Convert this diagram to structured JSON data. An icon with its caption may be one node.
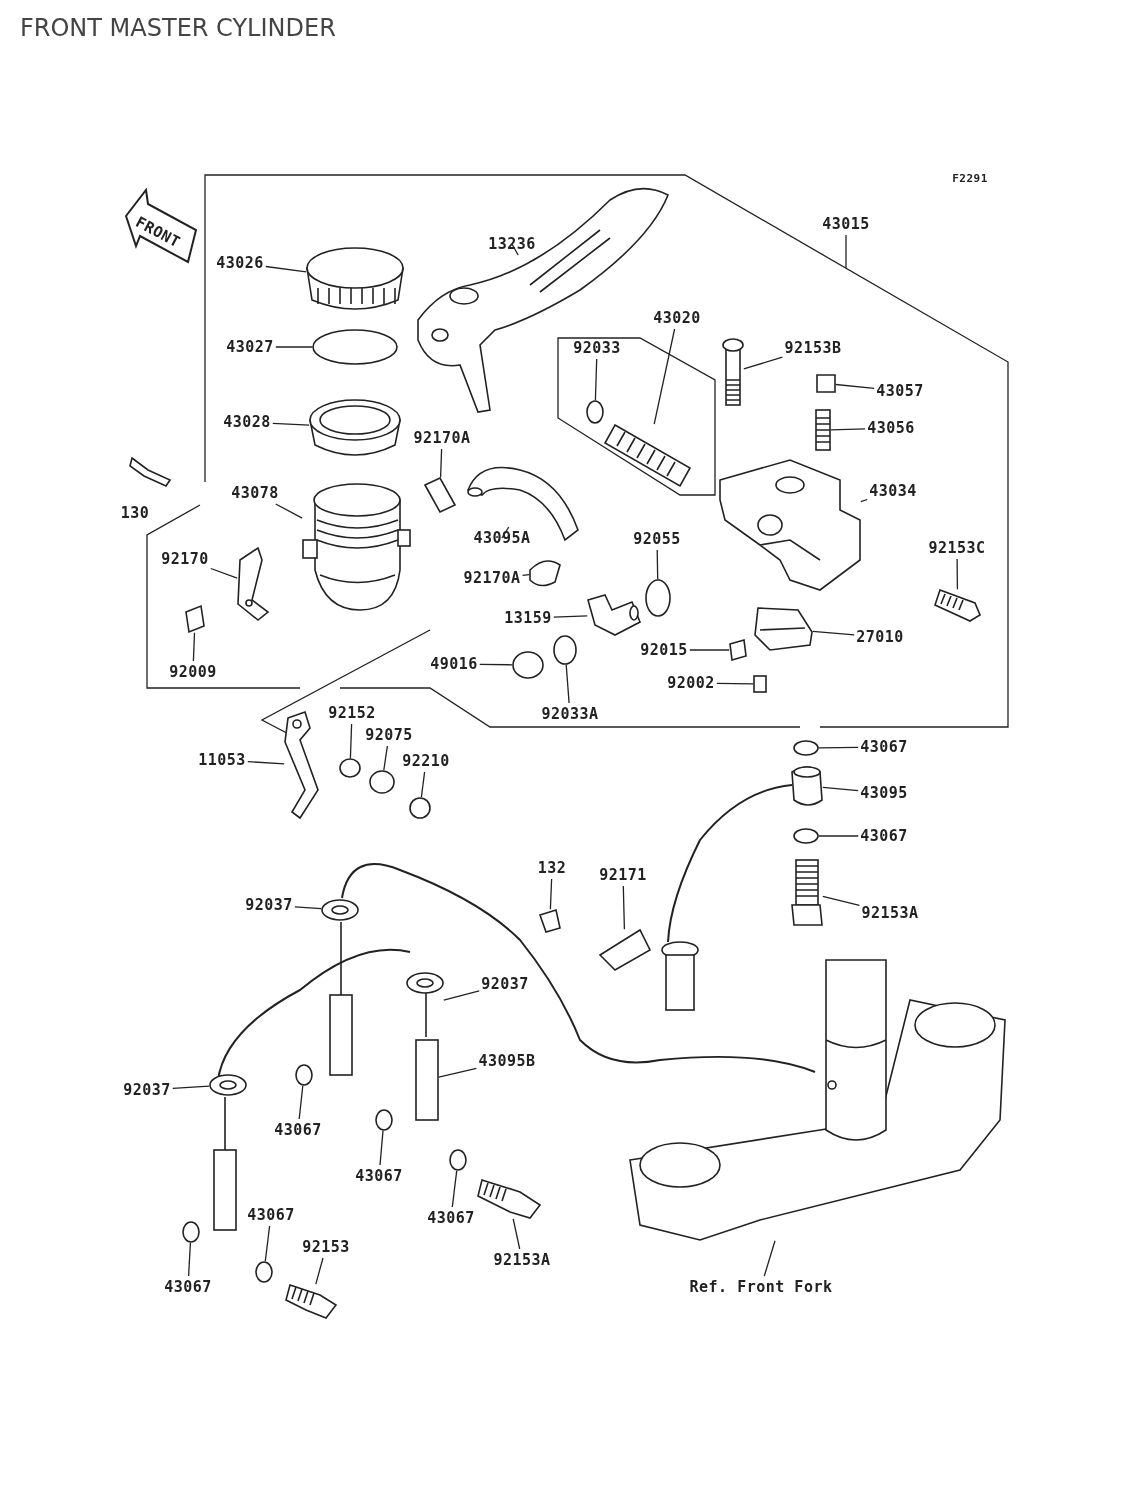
{
  "diagram": {
    "title": "FRONT MASTER CYLINDER",
    "nodes": [
      {
        "text": [
          "43026"
        ]
      },
      {
        "text": [
          "43027"
        ]
      },
      {
        "text": [
          "43028"
        ]
      },
      {
        "text": [
          "92170A"
        ]
      },
      {
        "text": [
          "43078"
        ]
      },
      {
        "text": [
          "92170"
        ]
      },
      {
        "text": [
          "92009"
        ]
      },
      {
        "text": [
          "13236"
        ]
      },
      {
        "text": [
          "43020"
        ]
      },
      {
        "text": [
          "92033"
        ]
      },
      {
        "text": [
          "92153B"
        ]
      },
      {
        "text": [
          "43057"
        ]
      },
      {
        "text": [
          "43056"
        ]
      },
      {
        "text": [
          "43015"
        ]
      },
      {
        "text": [
          "43034"
        ]
      },
      {
        "text": [
          "92153C"
        ]
      },
      {
        "text": [
          "43095A"
        ]
      },
      {
        "text": [
          "92055"
        ]
      },
      {
        "text": [
          "92170A"
        ]
      },
      {
        "text": [
          "13159"
        ]
      },
      {
        "text": [
          "27010"
        ]
      },
      {
        "text": [
          "92015"
        ]
      },
      {
        "text": [
          "49016"
        ]
      },
      {
        "text": [
          "92033A"
        ]
      },
      {
        "text": [
          "92002"
        ]
      },
      {
        "text": [
          "92152"
        ]
      },
      {
        "text": [
          "92075"
        ]
      },
      {
        "text": [
          "92210"
        ]
      },
      {
        "text": [
          "11053"
        ]
      },
      {
        "text": [
          "43067"
        ]
      },
      {
        "text": [
          "43095"
        ]
      },
      {
        "text": [
          "43067"
        ]
      },
      {
        "text": [
          "92153A"
        ]
      },
      {
        "text": [
          "132"
        ]
      },
      {
        "text": [
          "92171"
        ]
      },
      {
        "text": [
          "92037"
        ]
      },
      {
        "text": [
          "92037"
        ]
      },
      {
        "text": [
          "43095B"
        ]
      },
      {
        "text": [
          "92037"
        ]
      },
      {
        "text": [
          "43067"
        ]
      },
      {
        "text": [
          "43067"
        ]
      },
      {
        "text": [
          "43067"
        ]
      },
      {
        "text": [
          "92153A"
        ]
      },
      {
        "text": [
          "43067"
        ]
      },
      {
        "text": [
          "92153"
        ]
      },
      {
        "text": [
          "43067"
        ]
      },
      {
        "text": [
          "Ref. Front Fork"
        ]
      },
      {
        "text": [],
        "shape": "picture"
      },
      {
        "text": [],
        "shape": "circle"
      },
      {
        "text": [],
        "shape": "picture"
      },
      {
        "text": [],
        "shape": "box"
      },
      {
        "text": [],
        "shape": "picture"
      },
      {
        "text": [],
        "shape": "picture"
      },
      {
        "text": [],
        "shape": "box"
      },
      {
        "text": [],
        "shape": "picture"
      },
      {
        "text": [],
        "shape": "picture"
      },
      {
        "text": [],
        "shape": "circle"
      },
      {
        "text": [],
        "shape": "picture"
      },
      {
        "text": [],
        "shape": "box"
      },
      {
        "text": [],
        "shape": "picture"
      },
      {
        "text": [],
        "shape": "picture"
      },
      {
        "text": [],
        "shape": "picture"
      },
      {
        "text": [],
        "shape": "picture"
      },
      {
        "text": [],
        "shape": "circle"
      },
      {
        "text": [],
        "shape": "box"
      },
      {
        "text": [],
        "shape": "picture"
      },
      {
        "text": [],
        "shape": "picture"
      },
      {
        "text": [],
        "shape": "box"
      },
      {
        "text": [],
        "shape": "circle"
      },
      {
        "text": [],
        "shape": "circle"
      },
      {
        "text": [],
        "shape": "box"
      },
      {
        "text": [],
        "shape": "circle"
      },
      {
        "text": [],
        "shape": "circle"
      },
      {
        "text": [],
        "shape": "circle"
      },
      {
        "text": [],
        "shape": "picture"
      },
      {
        "text": [],
        "shape": "circle"
      },
      {
        "text": [],
        "shape": "picture"
      },
      {
        "text": [],
        "shape": "circle"
      },
      {
        "text": [],
        "shape": "picture"
      },
      {
        "text": [],
        "shape": "box"
      },
      {
        "text": [],
        "shape": "box"
      },
      {
        "text": [],
        "shape": "picture"
      },
      {
        "text": [],
        "shape": "picture"
      },
      {
        "text": [],
        "shape": "box"
      },
      {
        "text": [],
        "shape": "picture"
      },
      {
        "text": [],
        "shape": "circle"
      },
      {
        "text": [],
        "shape": "circle"
      },
      {
        "text": [],
        "shape": "circle"
      },
      {
        "text": [],
        "shape": "picture"
      },
      {
        "text": [],
        "shape": "circle"
      },
      {
        "text": [],
        "shape": "picture"
      },
      {
        "text": [],
        "shape": "circle"
      },
      {
        "text": [],
        "shape": "picture"
      }
    ],
    "edges": [
      {
        "from": 0,
        "to": 47,
        "arrow": "none"
      },
      {
        "from": 1,
        "to": 48,
        "arrow": "none"
      },
      {
        "from": 2,
        "to": 49,
        "arrow": "none"
      },
      {
        "from": 3,
        "to": 50,
        "arrow": "none"
      },
      {
        "from": 4,
        "to": 51,
        "arrow": "none"
      },
      {
        "from": 5,
        "to": 52,
        "arrow": "none"
      },
      {
        "from": 6,
        "to": 53,
        "arrow": "none"
      },
      {
        "from": 7,
        "to": 54,
        "arrow": "none"
      },
      {
        "from": 8,
        "to": 55,
        "arrow": "none"
      },
      {
        "from": 9,
        "to": 56,
        "arrow": "none"
      },
      {
        "from": 10,
        "to": 57,
        "arrow": "none"
      },
      {
        "from": 11,
        "to": 58,
        "arrow": "none"
      },
      {
        "from": 12,
        "to": 59,
        "arrow": "none"
      },
      {
        "from": 13,
        "to": null,
        "arrow": "none"
      },
      {
        "from": 14,
        "to": 60,
        "arrow": "none"
      },
      {
        "from": 15,
        "to": 61,
        "arrow": "none"
      },
      {
        "from": 16,
        "to": 62,
        "arrow": "none"
      },
      {
        "from": 17,
        "to": 63,
        "arrow": "none"
      },
      {
        "from": 18,
        "to": 64,
        "arrow": "none"
      },
      {
        "from": 19,
        "to": 65,
        "arrow": "none"
      },
      {
        "from": 20,
        "to": 66,
        "arrow": "none"
      },
      {
        "from": 21,
        "to": 67,
        "arrow": "none"
      },
      {
        "from": 22,
        "to": 68,
        "arrow": "none"
      },
      {
        "from": 23,
        "to": 69,
        "arrow": "none"
      },
      {
        "from": 24,
        "to": 70,
        "arrow": "none"
      },
      {
        "from": 25,
        "to": 71,
        "arrow": "none"
      },
      {
        "from": 26,
        "to": 72,
        "arrow": "none"
      },
      {
        "from": 27,
        "to": 73,
        "arrow": "none"
      },
      {
        "from": 28,
        "to": 74,
        "arrow": "none"
      },
      {
        "from": 29,
        "to": 75,
        "arrow": "none"
      },
      {
        "from": 30,
        "to": 76,
        "arrow": "none"
      },
      {
        "from": 31,
        "to": 77,
        "arrow": "none"
      },
      {
        "from": 32,
        "to": 78,
        "arrow": "none"
      },
      {
        "from": 33,
        "to": 79,
        "arrow": "none"
      },
      {
        "from": 34,
        "to": 80,
        "arrow": "none"
      },
      {
        "from": 35,
        "to": 81,
        "arrow": "none"
      },
      {
        "from": 36,
        "to": 82,
        "arrow": "none"
      },
      {
        "from": 37,
        "to": 83,
        "arrow": "none"
      },
      {
        "from": 38,
        "to": 84,
        "arrow": "none"
      },
      {
        "from": 39,
        "to": 85,
        "arrow": "none"
      },
      {
        "from": 40,
        "to": 86,
        "arrow": "none"
      },
      {
        "from": 41,
        "to": 87,
        "arrow": "none"
      },
      {
        "from": 42,
        "to": 88,
        "arrow": "none"
      },
      {
        "from": 43,
        "to": 89,
        "arrow": "none"
      },
      {
        "from": 44,
        "to": 90,
        "arrow": "none"
      },
      {
        "from": 45,
        "to": 91,
        "arrow": "none"
      },
      {
        "from": 46,
        "to": 92,
        "arrow": "none"
      }
    ],
    "labels": [
      "F2291",
      "FRONT",
      "130"
    ]
  }
}
